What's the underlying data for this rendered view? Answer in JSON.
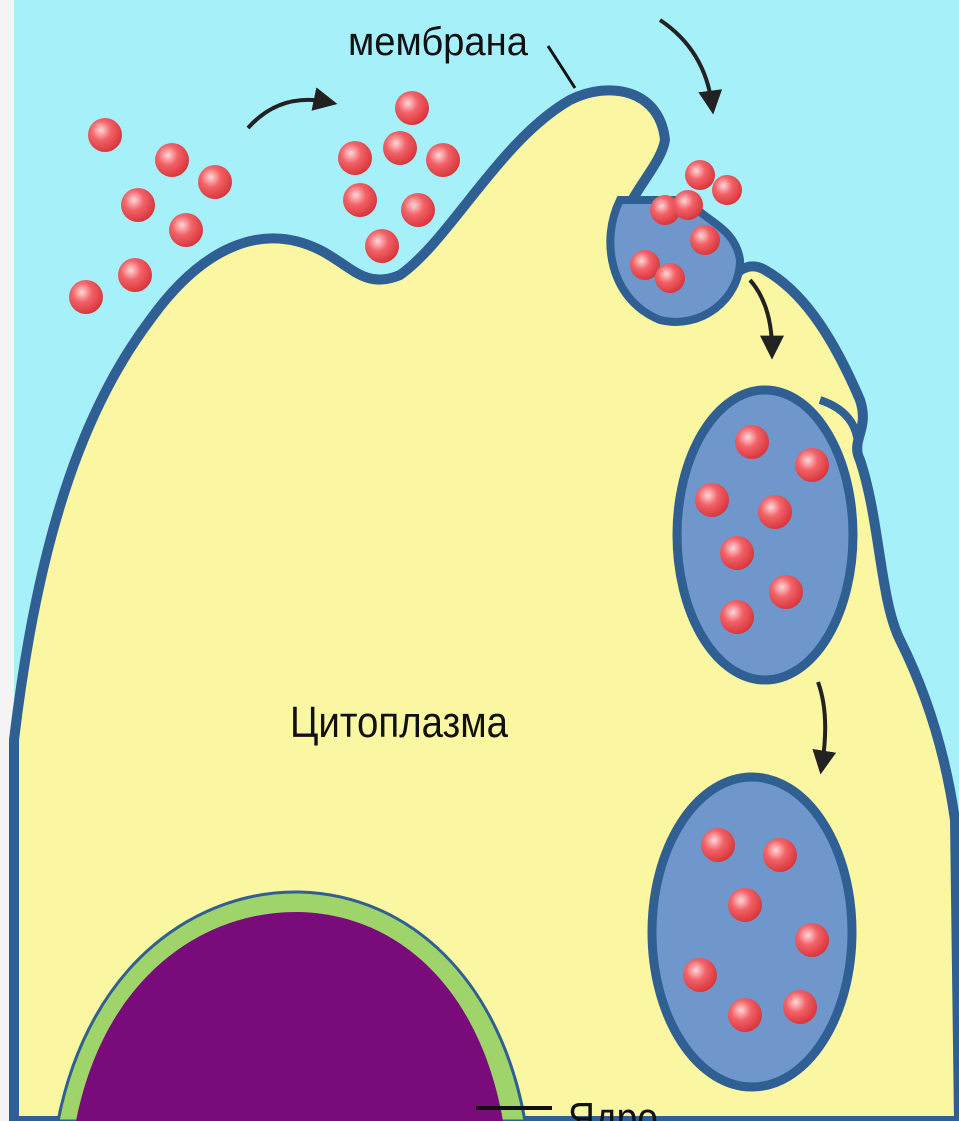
{
  "labels": {
    "membrane": "мембрана",
    "cytoplasm": "Цитоплазма",
    "nucleus": "Ядро"
  },
  "colors": {
    "extracellular": "#a6f1f9",
    "cytoplasm": "#fbf6a2",
    "membrane": "#2f5f93",
    "vesicle_fill": "#6f97cb",
    "particle": "#f05a5f",
    "nucleus": "#7a0b7a",
    "nuclear_envelope": "#9fd46a",
    "border": "#f4f4f4"
  },
  "icons": {
    "arrow": "curved-arrow-icon"
  },
  "stages": [
    "particles-outside",
    "membrane-invagination",
    "vesicle-pinching",
    "free-vesicle"
  ]
}
